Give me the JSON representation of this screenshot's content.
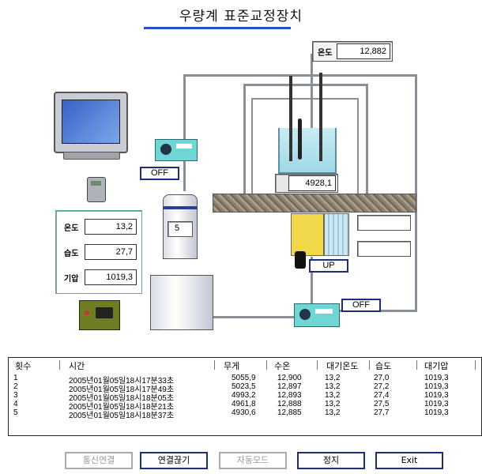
{
  "title": "우량계 표준교정장치",
  "temp_top": {
    "label": "온도",
    "value": "12,882"
  },
  "scale_value": "4928,1",
  "off_left": "OFF",
  "off_right": "OFF",
  "up_button": "UP",
  "pump_value": "5",
  "env": {
    "temp_label": "온도",
    "temp_value": "13,2",
    "humid_label": "습도",
    "humid_value": "27,7",
    "press_label": "기압",
    "press_value": "1019,3"
  },
  "table": {
    "headers": [
      "횟수",
      "시간",
      "무게",
      "수온",
      "대기온도",
      "습도",
      "대기압"
    ],
    "rows": [
      [
        "1",
        "2005년01월05일18시17분33초",
        "5055,9",
        "12,900",
        "13,2",
        "27,0",
        "1019,3"
      ],
      [
        "2",
        "2005년01월05일18시17분49초",
        "5023,5",
        "12,897",
        "13,2",
        "27,2",
        "1019,3"
      ],
      [
        "3",
        "2005년01월05일18시18분05초",
        "4993,2",
        "12,893",
        "13,2",
        "27,4",
        "1019,3"
      ],
      [
        "4",
        "2005년01월05일18시18분21초",
        "4961,8",
        "12,888",
        "13,2",
        "27,5",
        "1019,3"
      ],
      [
        "5",
        "2005년01월05일18시18분37초",
        "4930,6",
        "12,885",
        "13,2",
        "27,7",
        "1019,3"
      ]
    ]
  },
  "buttons": {
    "connect": "통신연결",
    "disconnect": "연결끊기",
    "auto": "자동모드",
    "stop": "정지",
    "exit": "Exit"
  }
}
